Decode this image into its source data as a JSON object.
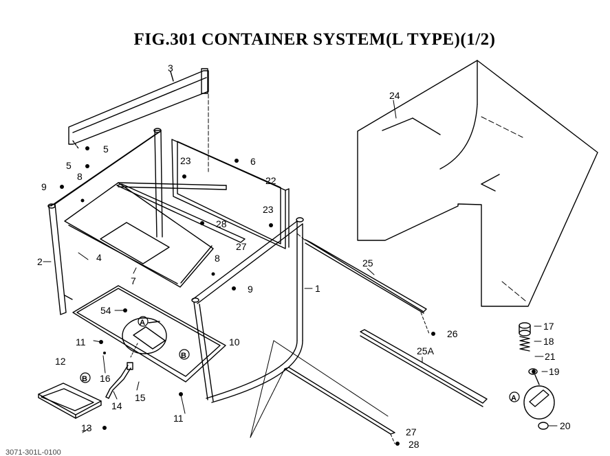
{
  "title": "FIG.301  CONTAINER SYSTEM(L TYPE)(1/2)",
  "footer": "3071-301L-0100",
  "detail_markers": {
    "a": "A",
    "b": "B"
  },
  "parts": [
    {
      "id": "p1",
      "label": "1"
    },
    {
      "id": "p2",
      "label": "2"
    },
    {
      "id": "p3",
      "label": "3"
    },
    {
      "id": "p4",
      "label": "4"
    },
    {
      "id": "p5a",
      "label": "5"
    },
    {
      "id": "p5b",
      "label": "5"
    },
    {
      "id": "p6",
      "label": "6"
    },
    {
      "id": "p7",
      "label": "7"
    },
    {
      "id": "p8a",
      "label": "8"
    },
    {
      "id": "p8b",
      "label": "8"
    },
    {
      "id": "p9a",
      "label": "9"
    },
    {
      "id": "p9b",
      "label": "9"
    },
    {
      "id": "p10",
      "label": "10"
    },
    {
      "id": "p11a",
      "label": "11"
    },
    {
      "id": "p11b",
      "label": "11"
    },
    {
      "id": "p12",
      "label": "12"
    },
    {
      "id": "p13",
      "label": "13"
    },
    {
      "id": "p14",
      "label": "14"
    },
    {
      "id": "p15",
      "label": "15"
    },
    {
      "id": "p16",
      "label": "16"
    },
    {
      "id": "p17",
      "label": "17"
    },
    {
      "id": "p18",
      "label": "18"
    },
    {
      "id": "p19",
      "label": "19"
    },
    {
      "id": "p20",
      "label": "20"
    },
    {
      "id": "p21",
      "label": "21"
    },
    {
      "id": "p22",
      "label": "22"
    },
    {
      "id": "p23a",
      "label": "23"
    },
    {
      "id": "p23b",
      "label": "23"
    },
    {
      "id": "p24",
      "label": "24"
    },
    {
      "id": "p25",
      "label": "25"
    },
    {
      "id": "p25a",
      "label": "25A"
    },
    {
      "id": "p26",
      "label": "26"
    },
    {
      "id": "p27a",
      "label": "27"
    },
    {
      "id": "p27b",
      "label": "27"
    },
    {
      "id": "p28a",
      "label": "28"
    },
    {
      "id": "p28b",
      "label": "28"
    },
    {
      "id": "p54",
      "label": "54"
    }
  ]
}
